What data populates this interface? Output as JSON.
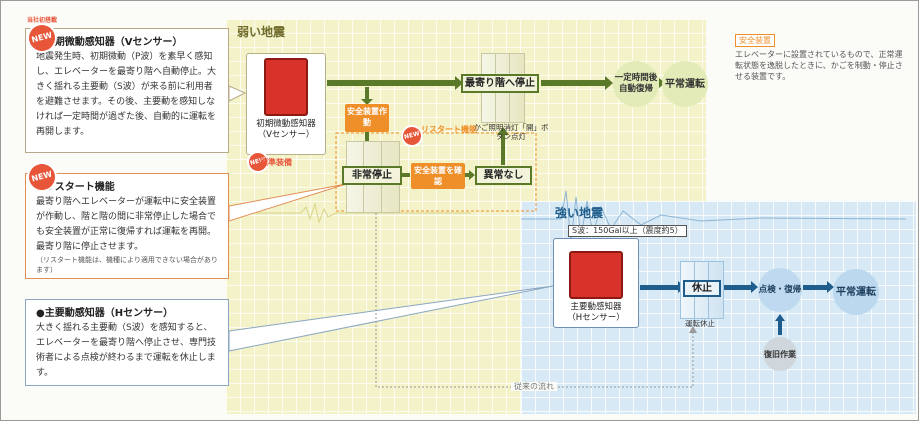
{
  "zones": {
    "weak_label": "弱い地震",
    "strong_label": "強い地震"
  },
  "callouts": {
    "v_sensor": {
      "badge": "NEW",
      "badge_tag": "当社初搭載",
      "title": "●初期微動感知器（Vセンサー）",
      "body": "地震発生時、初期微動（P波）を素早く感知し、エレベーターを最寄り階へ自動停止。大きく揺れる主要動（S波）が来る前に利用者を避難させます。その後、主要動を感知しなければ一定時間が過ぎた後、自動的に運転を再開します。"
    },
    "restart": {
      "badge": "NEW",
      "title": "●リスタート機能",
      "body": "最寄り階へエレベーターが運転中に安全装置が作動し、階と階の間に非常停止した場合でも安全装置が正常に復帰すれば運転を再開。最寄り階に停止させます。",
      "note": "（リスタート機能は、機種により適用できない場合があります）"
    },
    "h_sensor": {
      "title": "●主要動感知器（Hセンサー）",
      "body": "大きく揺れる主要動（S波）を感知すると、エレベーターを最寄り階へ停止させ、専門技術者による点検が終わるまで運転を休止します。"
    }
  },
  "v_sensor_card": {
    "name": "初期微動感知器",
    "sub": "（Vセンサー）",
    "std_badge": "NEW",
    "std_label": "標準装備"
  },
  "h_sensor_card": {
    "name": "主要動感知器",
    "sub": "（Hセンサー）",
    "swave": "S波：150Gal以上（震度約5）"
  },
  "flow": {
    "stop_nearest": "最寄り階へ停止",
    "safety_act": "安全装置作動",
    "emergency_stop": "非常停止",
    "confirm_safety": "安全装置を確認",
    "no_abnormal": "異常なし",
    "auto_restore": "一定時間後自動復帰",
    "normal_op_1": "平常運転",
    "rest": "休止",
    "inspect": "点検・復帰",
    "normal_op_2": "平常運転",
    "restore_work": "復旧作業",
    "restart_badge": "NEW",
    "restart_label": "リスタート機能",
    "cap_light": "かご照明消灯「開」ボタン点灯",
    "cap_rest": "運転休止",
    "old_flow": "従来の流れ"
  },
  "safety": {
    "tag": "安全装置",
    "desc": "エレベーターに設置されているもので、正常運転状態を逸脱したときに、かごを制動・停止させる装置です。"
  },
  "colors": {
    "weak_zone": "#f3f2c8",
    "strong_zone": "#d7e9f5",
    "green_arrow": "#5a7a2a",
    "blue_arrow": "#1f5d8c",
    "orange": "#ef8f2a",
    "new_badge": "#e8563a"
  }
}
